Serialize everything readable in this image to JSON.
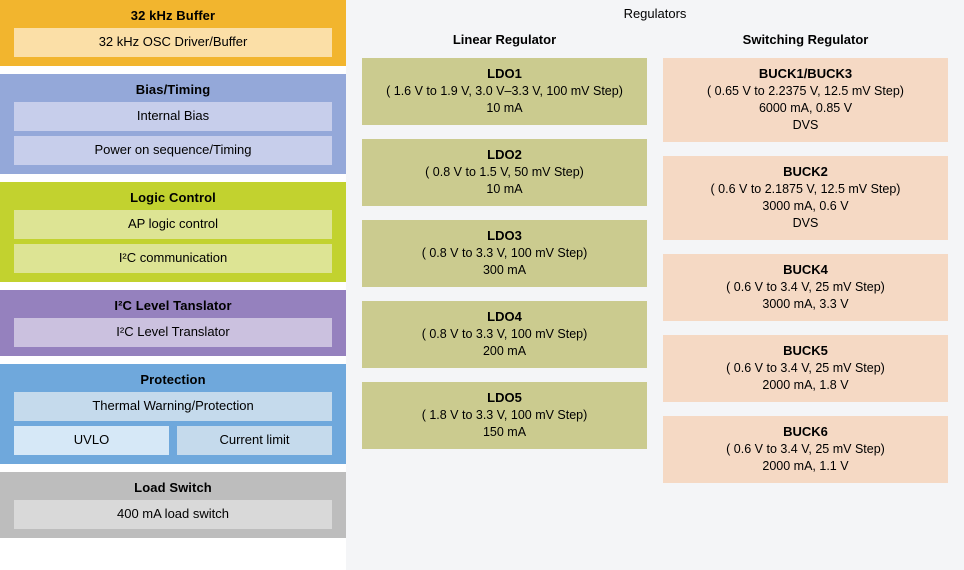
{
  "left_column": {
    "blocks": [
      {
        "id": "osc-buffer",
        "title": "32 kHz Buffer",
        "items": [
          {
            "label": "32 kHz OSC Driver/Buffer"
          }
        ]
      },
      {
        "id": "bias-timing",
        "title": "Bias/Timing",
        "items": [
          {
            "label": "Internal Bias"
          },
          {
            "label": "Power on sequence/Timing"
          }
        ]
      },
      {
        "id": "logic-control",
        "title": "Logic Control",
        "items": [
          {
            "label": "AP logic control"
          },
          {
            "label": "I²C communication"
          }
        ]
      },
      {
        "id": "i2c-level-translator",
        "title": "I²C Level Tanslator",
        "items": [
          {
            "label": "I²C Level Translator"
          }
        ]
      },
      {
        "id": "protection",
        "title": "Protection",
        "items": [
          {
            "label": "Thermal Warning/Protection"
          },
          {
            "label": "UVLO"
          },
          {
            "label": "Current limit"
          }
        ]
      },
      {
        "id": "load-switch",
        "title": "Load Switch",
        "items": [
          {
            "label": "400 mA load switch"
          }
        ]
      }
    ]
  },
  "regulators": {
    "title": "Regulators",
    "columns": [
      {
        "id": "linear",
        "title": "Linear Regulator",
        "cards": [
          {
            "name": "LDO1",
            "lines": [
              "( 1.6 V to 1.9 V, 3.0 V–3.3 V, 100 mV Step)",
              "10 mA"
            ]
          },
          {
            "name": "LDO2",
            "lines": [
              "( 0.8 V to 1.5 V, 50 mV Step)",
              "10 mA"
            ]
          },
          {
            "name": "LDO3",
            "lines": [
              "( 0.8 V to 3.3 V, 100 mV Step)",
              "300 mA"
            ]
          },
          {
            "name": "LDO4",
            "lines": [
              "( 0.8 V to 3.3 V, 100 mV Step)",
              "200 mA"
            ]
          },
          {
            "name": "LDO5",
            "lines": [
              "( 1.8 V to 3.3 V, 100 mV Step)",
              "150 mA"
            ]
          }
        ]
      },
      {
        "id": "switching",
        "title": "Switching Regulator",
        "cards": [
          {
            "name": "BUCK1/BUCK3",
            "lines": [
              "( 0.65 V to 2.2375 V, 12.5 mV Step)",
              "6000 mA, 0.85 V",
              "DVS"
            ]
          },
          {
            "name": "BUCK2",
            "lines": [
              "( 0.6 V to 2.1875 V, 12.5 mV Step)",
              "3000 mA, 0.6 V",
              "DVS"
            ]
          },
          {
            "name": "BUCK4",
            "lines": [
              "( 0.6 V to 3.4 V, 25 mV Step)",
              "3000 mA, 3.3 V"
            ]
          },
          {
            "name": "BUCK5",
            "lines": [
              "( 0.6 V to 3.4 V, 25 mV Step)",
              "2000 mA, 1.8 V"
            ]
          },
          {
            "name": "BUCK6",
            "lines": [
              "( 0.6 V to 3.4 V, 25 mV Step)",
              "2000 mA, 1.1 V"
            ]
          }
        ]
      }
    ]
  },
  "colors": {
    "osc_buffer": "#F2B52E",
    "osc_buffer_item": "#FBDFA7",
    "bias_timing": "#94A8D9",
    "bias_timing_item": "#C7CEEB",
    "logic_control": "#C2D22F",
    "logic_control_item": "#DDE494",
    "i2c_translator": "#9581BE",
    "i2c_translator_item": "#CBC1DF",
    "protection": "#6FA8DC",
    "protection_item": "#C5DAEC",
    "protection_item_light": "#D6E8F7",
    "load_switch": "#BDBDBD",
    "load_switch_item": "#D9D9D9",
    "linear_card": "#CBCB8F",
    "switching_card": "#F5D9C4",
    "right_panel_bg": "#F4F5F7"
  }
}
